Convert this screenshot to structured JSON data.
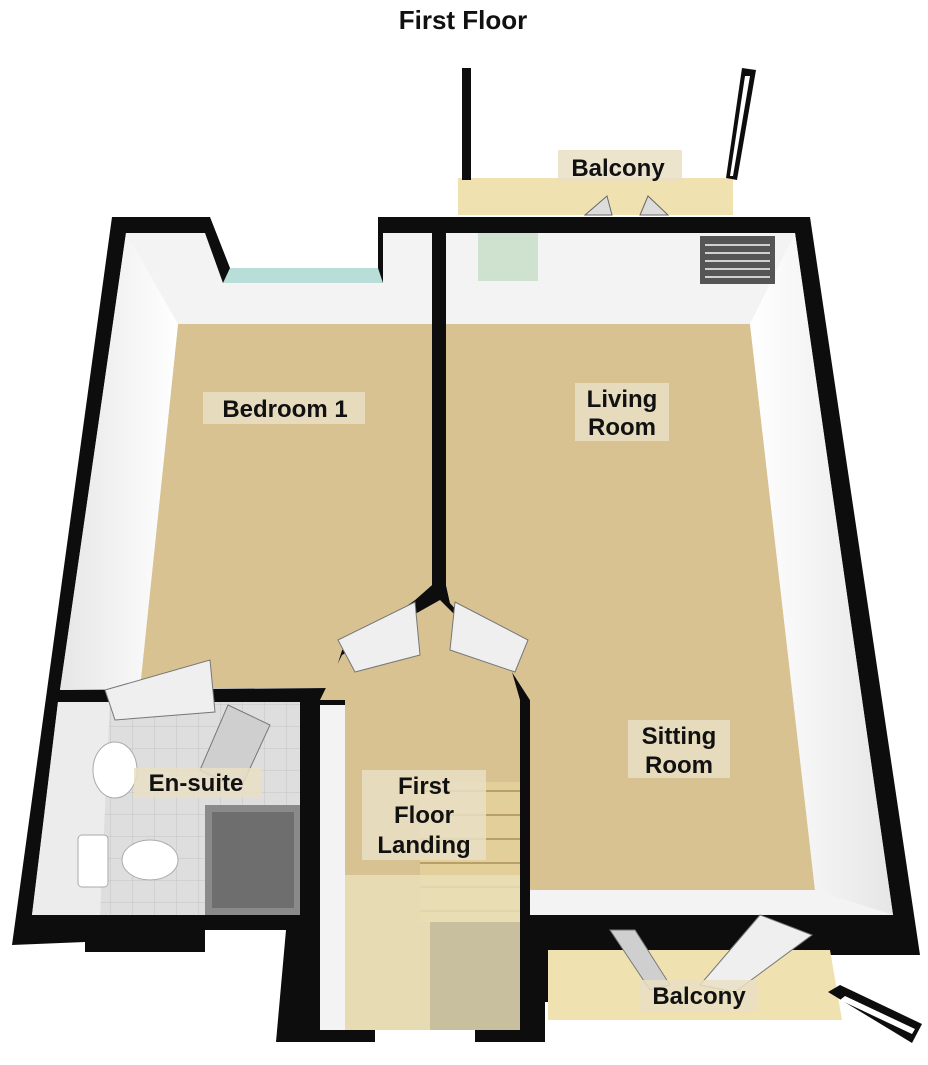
{
  "title": "First Floor",
  "rooms": {
    "balcony_top": "Balcony",
    "bedroom": "Bedroom 1",
    "living_line1": "Living",
    "living_line2": "Room",
    "sitting_line1": "Sitting",
    "sitting_line2": "Room",
    "ensuite": "En-suite",
    "landing_line1": "First",
    "landing_line2": "Floor",
    "landing_line3": "Landing",
    "balcony_bottom": "Balcony"
  },
  "colors": {
    "carpet": "#d8c291",
    "wall": "#0d0d0d",
    "wall_face": "#f2f2f2",
    "tile": "#dcdcdc",
    "balcony": "#efe2b0",
    "glass": "#b9ddd8"
  }
}
